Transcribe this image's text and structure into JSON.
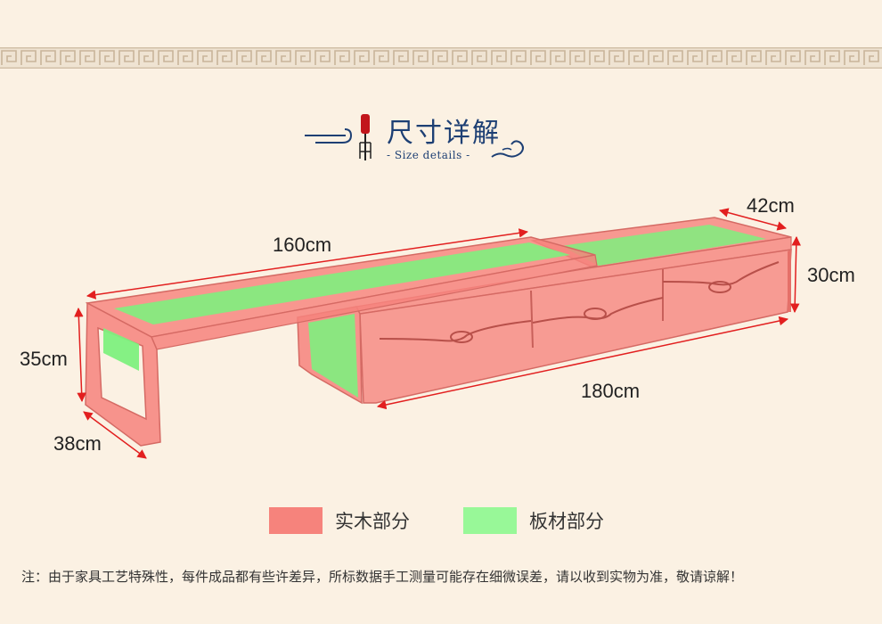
{
  "header": {
    "title": "尺寸详解",
    "subtitle": "- Size details -"
  },
  "dimensions": {
    "left_length": "160cm",
    "left_height": "35cm",
    "left_depth": "38cm",
    "right_length": "180cm",
    "right_height": "30cm",
    "right_depth": "42cm"
  },
  "legend": {
    "solid_wood": {
      "label": "实木部分",
      "color": "#f6837c"
    },
    "board": {
      "label": "板材部分",
      "color": "#98f898"
    }
  },
  "note": "注：由于家具工艺特殊性，每件成品都有些许差异，所标数据手工测量可能存在细微误差，请以收到实物为准，敬请谅解！",
  "colors": {
    "background": "#fbf1e3",
    "accent_blue": "#1d3f74",
    "dimension_line": "#e21f1f"
  }
}
